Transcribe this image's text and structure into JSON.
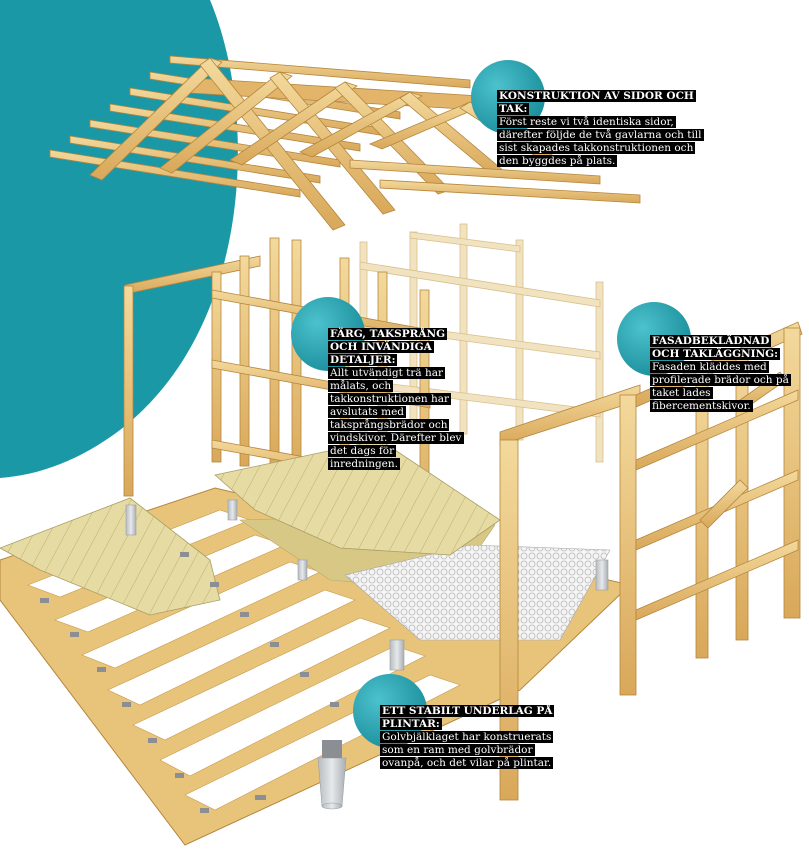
{
  "callouts": {
    "roof": {
      "title": "KONSTRUKTION AV SIDOR OCH TAK:",
      "body": "Först reste vi två identiska sidor, därefter följde de två gavlarna och till sist skapades takkonstruktionen och den byggdes på plats."
    },
    "paint": {
      "title": "FÄRG, TAKSPRÅNG OCH INVÄNDIGA DETALJER:",
      "body": "Allt utvändigt trä har målats, och takkonstruktionen har avslutats med taksprångsbrädor och vindskivor. Därefter blev det dags för inredningen."
    },
    "facade": {
      "title": "FASADBEKLÄDNAD OCH TAKLÄGGNING:",
      "body": "Fasaden kläddes med profilerade brädor och på taket lades fibercementskivor."
    },
    "base": {
      "title": "ETT STABILT UNDERLAG PÅ PLINTAR:",
      "body": "Golvbjälklaget har konstruerats som en ram med golvbrädor ovanpå, och det vilar på plintar."
    }
  },
  "colors": {
    "teal": "#1b98a6",
    "teal_bubble": "#2aa7b4",
    "wood": "#e8c47a",
    "wood_dark": "#c99a4b",
    "wood_light": "#f0dcae",
    "floorboard": "#e9dfa8",
    "insulation": "#d8c886",
    "mesh": "#eeeeee",
    "bracket": "#8b8f94",
    "plinth": "#c9cdd0"
  }
}
